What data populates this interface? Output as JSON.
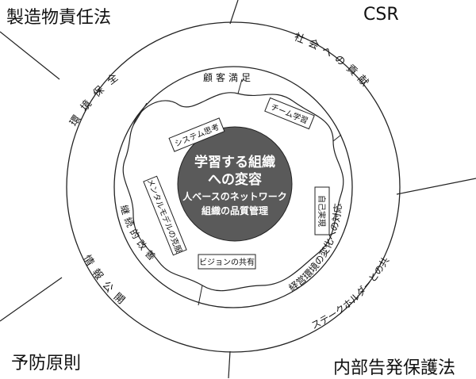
{
  "corners": {
    "top_left": "製造物責任法",
    "top_right": "CSR",
    "bottom_left": "予防原則",
    "bottom_right": "内部告発保護法"
  },
  "outer_ring": {
    "env": "環境保全",
    "social": "社会への貢献",
    "info": "情報公開",
    "stakeholder": "ステークホルダーとの共生"
  },
  "middle_ring": {
    "customer": "顧客満足",
    "continuous": "継続的改善",
    "environment_change": "経営環境の変化への対応"
  },
  "disciplines": {
    "systems": "システム思考",
    "team": "チーム学習",
    "mastery": "自己実現",
    "vision": "ビジョンの共有",
    "mental": "メンタルモデルの克服"
  },
  "center": {
    "line1": "学習する組織",
    "line2": "への変容",
    "line3": "人ベースのネットワーク",
    "line4": "組織の品質管理"
  },
  "colors": {
    "center_fill": "#5a5a5a",
    "center_text": "#ffffff",
    "line": "#222222"
  }
}
